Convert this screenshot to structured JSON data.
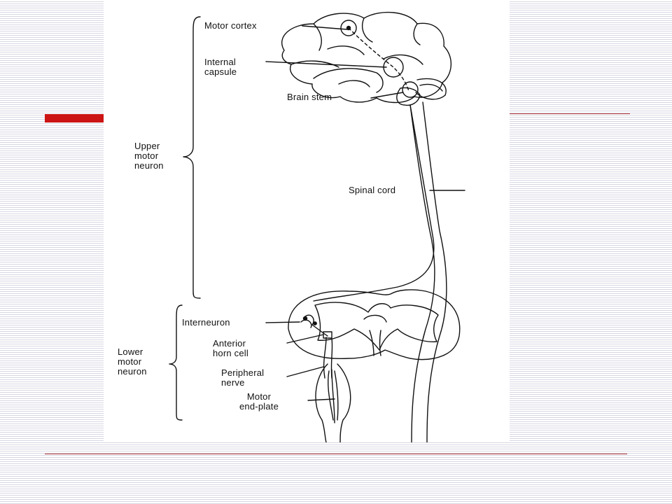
{
  "labels": {
    "motor_cortex": "Motor cortex",
    "internal_capsule": "Internal\ncapsule",
    "brain_stem": "Brain stem",
    "spinal_cord": "Spinal cord",
    "upper_motor_neuron": "Upper\nmotor\nneuron",
    "lower_motor_neuron": "Lower\nmotor\nneuron",
    "interneuron": "Interneuron",
    "anterior_horn_cell": "Anterior\nhorn cell",
    "peripheral_nerve": "Peripheral\nnerve",
    "motor_end_plate": "Motor\nend-plate"
  },
  "colors": {
    "accent_red": "#cc1414",
    "rule_red": "#b23a3a",
    "stripe": "#d6d6e2",
    "ink": "#111111"
  }
}
